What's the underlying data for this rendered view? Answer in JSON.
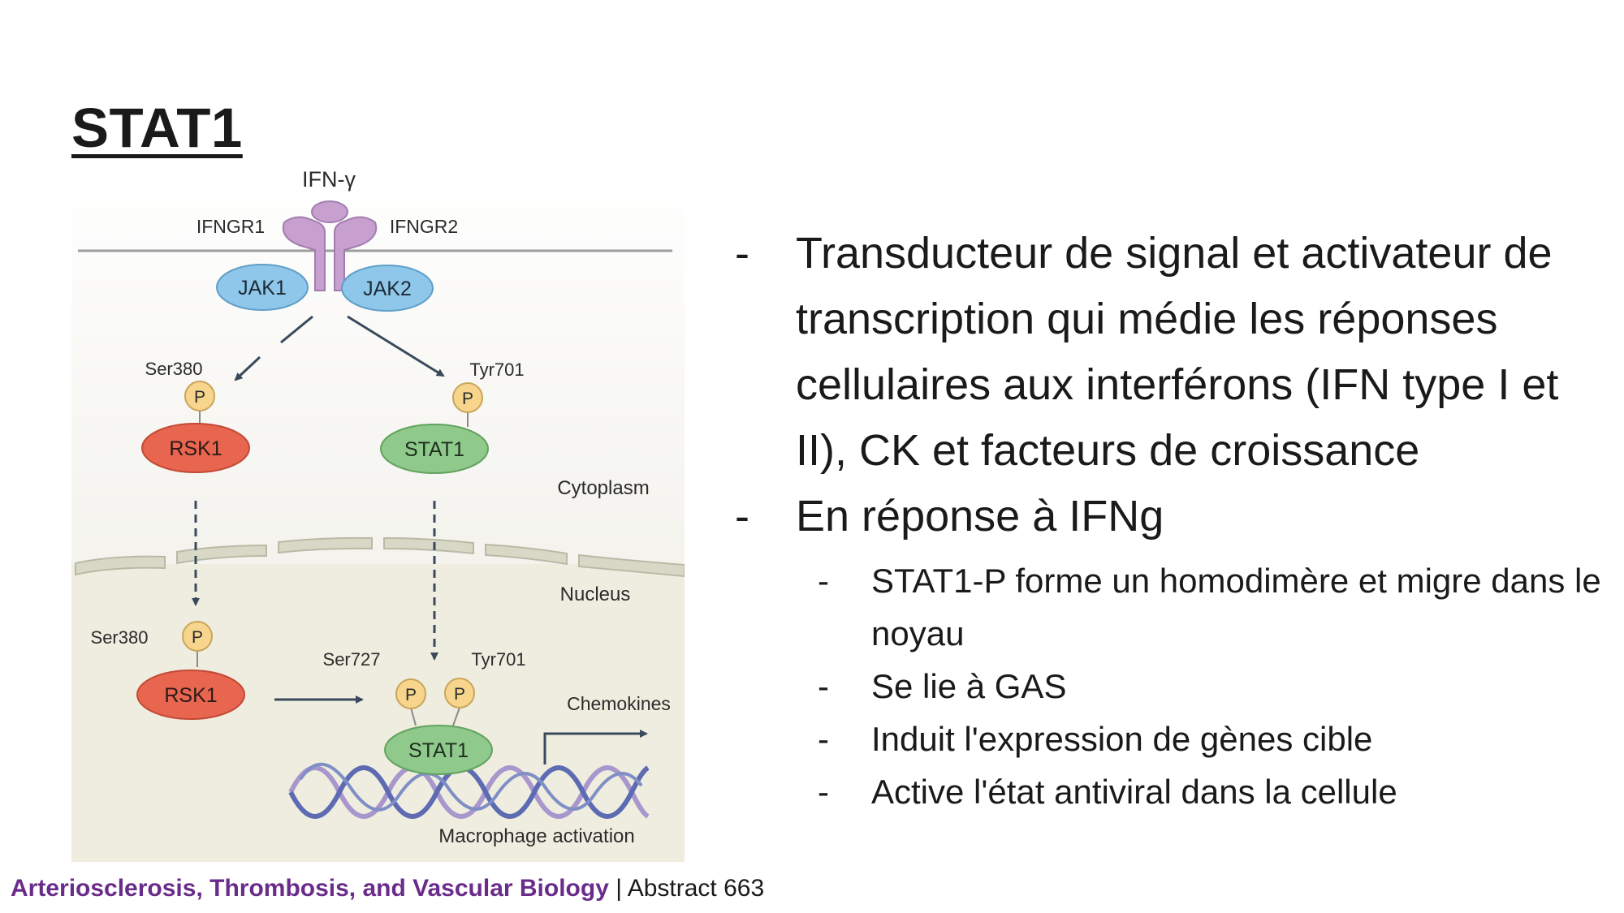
{
  "slide": {
    "title": "STAT1"
  },
  "diagram": {
    "labels": {
      "ligand": "IFN-γ",
      "receptor1": "IFNGR1",
      "receptor2": "IFNGR2",
      "kinase1": "JAK1",
      "kinase2": "JAK2",
      "site_ser380": "Ser380",
      "site_tyr701": "Tyr701",
      "site_ser727": "Ser727",
      "phospho": "P",
      "rsk1": "RSK1",
      "stat1": "STAT1",
      "cytoplasm": "Cytoplasm",
      "nucleus": "Nucleus",
      "chemokines": "Chemokines",
      "outcome": "Macrophage activation"
    },
    "colors": {
      "receptor": "#c8a0cf",
      "jak": "#8ec7e9",
      "rsk": "#e8664f",
      "stat": "#8fc98c",
      "phospho": "#f7d58d",
      "membrane": "#d6d6c6",
      "dna_blue": "#5d6bb3",
      "dna_purple": "#a897cc"
    }
  },
  "citation": {
    "journal": "Arteriosclerosis, Thrombosis, and Vascular Biology",
    "suffix": " | Abstract 663"
  },
  "bullets": [
    {
      "dash": "-",
      "text": "Transducteur de signal et activateur de transcription qui médie les réponses cellulaires aux interférons (IFN type I et II), CK et facteurs de croissance",
      "sub": []
    },
    {
      "dash": "-",
      "text": "En réponse à IFNg",
      "sub": [
        {
          "dash": "-",
          "text": "STAT1-P forme un homodimère et migre dans le noyau"
        },
        {
          "dash": "-",
          "text": "Se lie à GAS"
        },
        {
          "dash": "-",
          "text": "Induit l'expression de gènes cible"
        },
        {
          "dash": "-",
          "text": "Active l'état antiviral dans la cellule"
        }
      ]
    }
  ]
}
